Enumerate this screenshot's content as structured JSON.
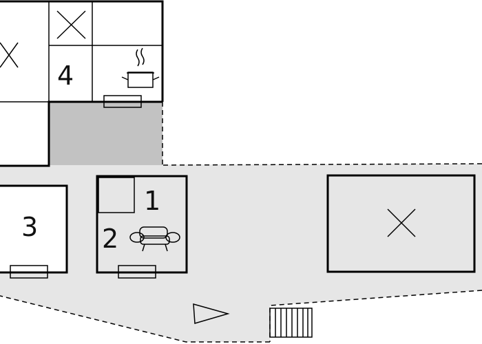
{
  "rooms": {
    "r1": "1",
    "r2": "2",
    "r3": "3",
    "r4": "4"
  },
  "colors": {
    "terrace": "#e6e6e6",
    "covered_area": "#c2c2c2",
    "wall": "#000000"
  },
  "icons": [
    "cross-mark-icon",
    "cooking-pot-icon",
    "sofa-icon",
    "window-icon",
    "stairs-icon",
    "north-arrow-icon"
  ]
}
